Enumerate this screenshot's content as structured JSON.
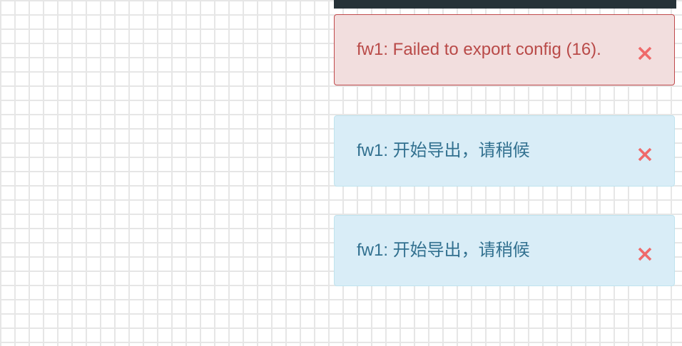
{
  "notifications": [
    {
      "type": "error",
      "message": "fw1: Failed to export config (16)."
    },
    {
      "type": "info",
      "message": "fw1: 开始导出，请稍候"
    },
    {
      "type": "info",
      "message": "fw1: 开始导出，请稍候"
    }
  ],
  "icons": {
    "close": "close-icon"
  },
  "colors": {
    "error_bg": "#f2dede",
    "error_border": "#c0494b",
    "error_text": "#b94a48",
    "info_bg": "#d9edf7",
    "info_border": "#bfe3ee",
    "info_text": "#31708f",
    "close_icon": "#ef6a6a",
    "top_bar": "#263238"
  }
}
